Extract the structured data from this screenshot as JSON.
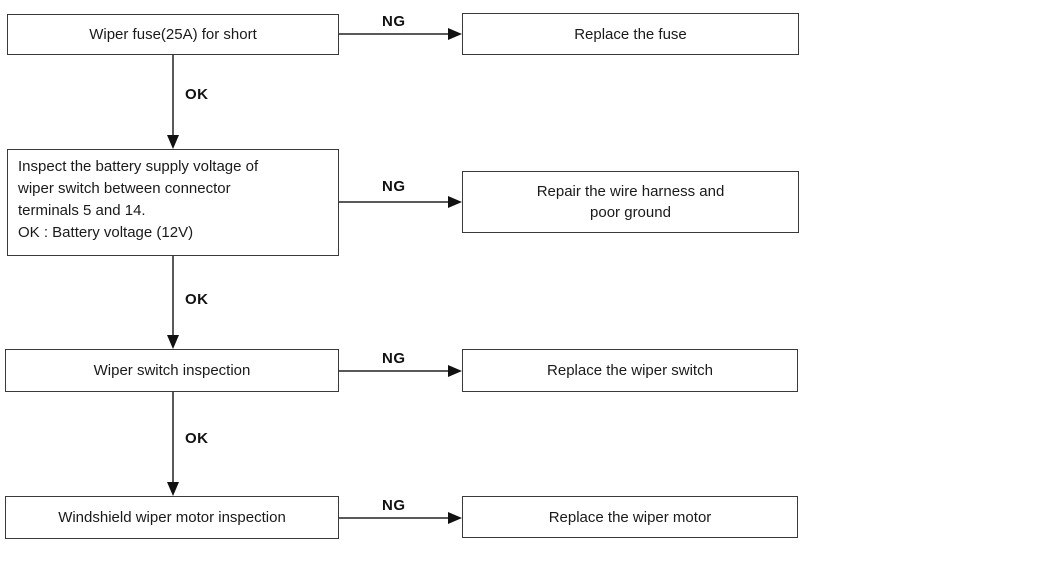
{
  "flow": {
    "description": "Windshield wiper troubleshooting flowchart",
    "colors": {
      "background": "#ffffff",
      "box_border": "#3a3a3a",
      "connector_line": "#5a5a5a",
      "arrowhead": "#111111",
      "text": "#1a1a1a"
    },
    "rows": [
      {
        "step": "Wiper fuse(25A) for short",
        "ng_label": "NG",
        "action": "Replace the fuse",
        "ok_label": "OK"
      },
      {
        "step": "Inspect the battery supply voltage of\nwiper switch between connector\nterminals 5 and 14.\nOK : Battery voltage (12V)",
        "ng_label": "NG",
        "action": "Repair the wire harness and\npoor ground",
        "ok_label": "OK"
      },
      {
        "step": "Wiper switch inspection",
        "ng_label": "NG",
        "action": "Replace the wiper switch",
        "ok_label": "OK"
      },
      {
        "step": "Windshield wiper motor inspection",
        "ng_label": "NG",
        "action": "Replace the wiper motor"
      }
    ]
  }
}
